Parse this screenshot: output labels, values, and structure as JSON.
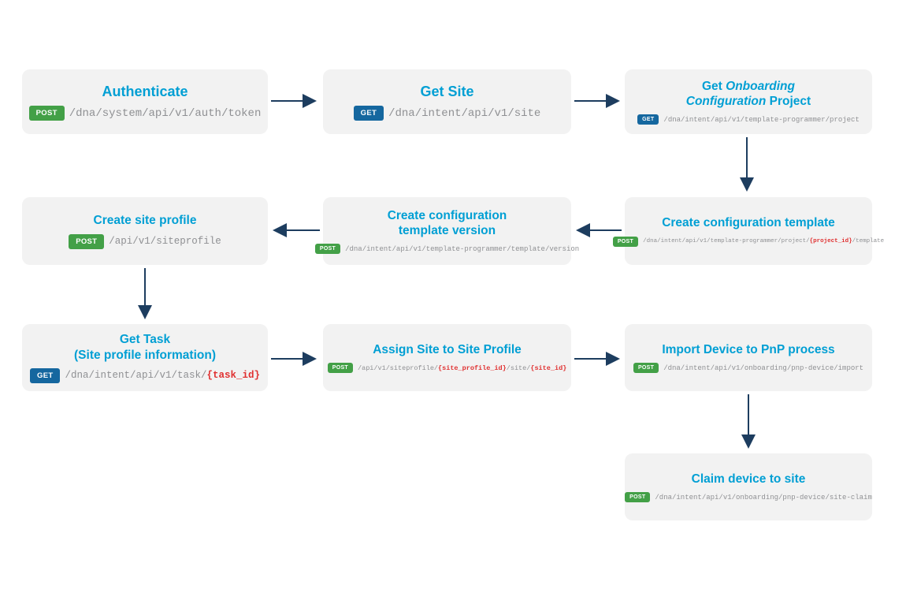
{
  "colors": {
    "title-blue": "#009fd4",
    "badge-get": "#15679f",
    "badge-post": "#43a047",
    "path-gray": "#8f9093",
    "param-red": "#e03131",
    "arrow": "#1d3d5f",
    "box-bg": "#f2f2f2"
  },
  "nodes": [
    {
      "title": "Authenticate",
      "method": "POST",
      "path": "/dna/system/api/v1/auth/token"
    },
    {
      "title": "Get Site",
      "method": "GET",
      "path": "/dna/intent/api/v1/site"
    },
    {
      "title_l1_normal": "Get ",
      "title_l1_italic": "Onboarding",
      "title_l2_italic": "Configuration",
      "title_l2_normal": " Project",
      "method": "GET",
      "path": "/dna/intent/api/v1/template-programmer/project"
    },
    {
      "title": "Create configuration template",
      "method": "POST",
      "path_pre": "/dna/intent/api/v1/template-programmer/project/",
      "param1": "{project_id}",
      "path_post": "/template"
    },
    {
      "title": "Create configuration\ntemplate version",
      "method": "POST",
      "path": "/dna/intent/api/v1/template-programmer/template/version"
    },
    {
      "title": "Create site profile",
      "method": "POST",
      "path": "/api/v1/siteprofile"
    },
    {
      "title": "Get Task\n(Site profile information)",
      "method": "GET",
      "path_pre": "/dna/intent/api/v1/task/",
      "param1": "{task_id}"
    },
    {
      "title": "Assign Site to Site Profile",
      "method": "POST",
      "path_pre": "/api/v1/siteprofile/",
      "param1": "{site_profile_id}",
      "path_mid": "/site/",
      "param2": "{site_id}"
    },
    {
      "title": "Import Device to PnP process",
      "method": "POST",
      "path": "/dna/intent/api/v1/onboarding/pnp-device/import"
    },
    {
      "title": "Claim device to site",
      "method": "POST",
      "path": "/dna/intent/api/v1/onboarding/pnp-device/site-claim"
    }
  ]
}
